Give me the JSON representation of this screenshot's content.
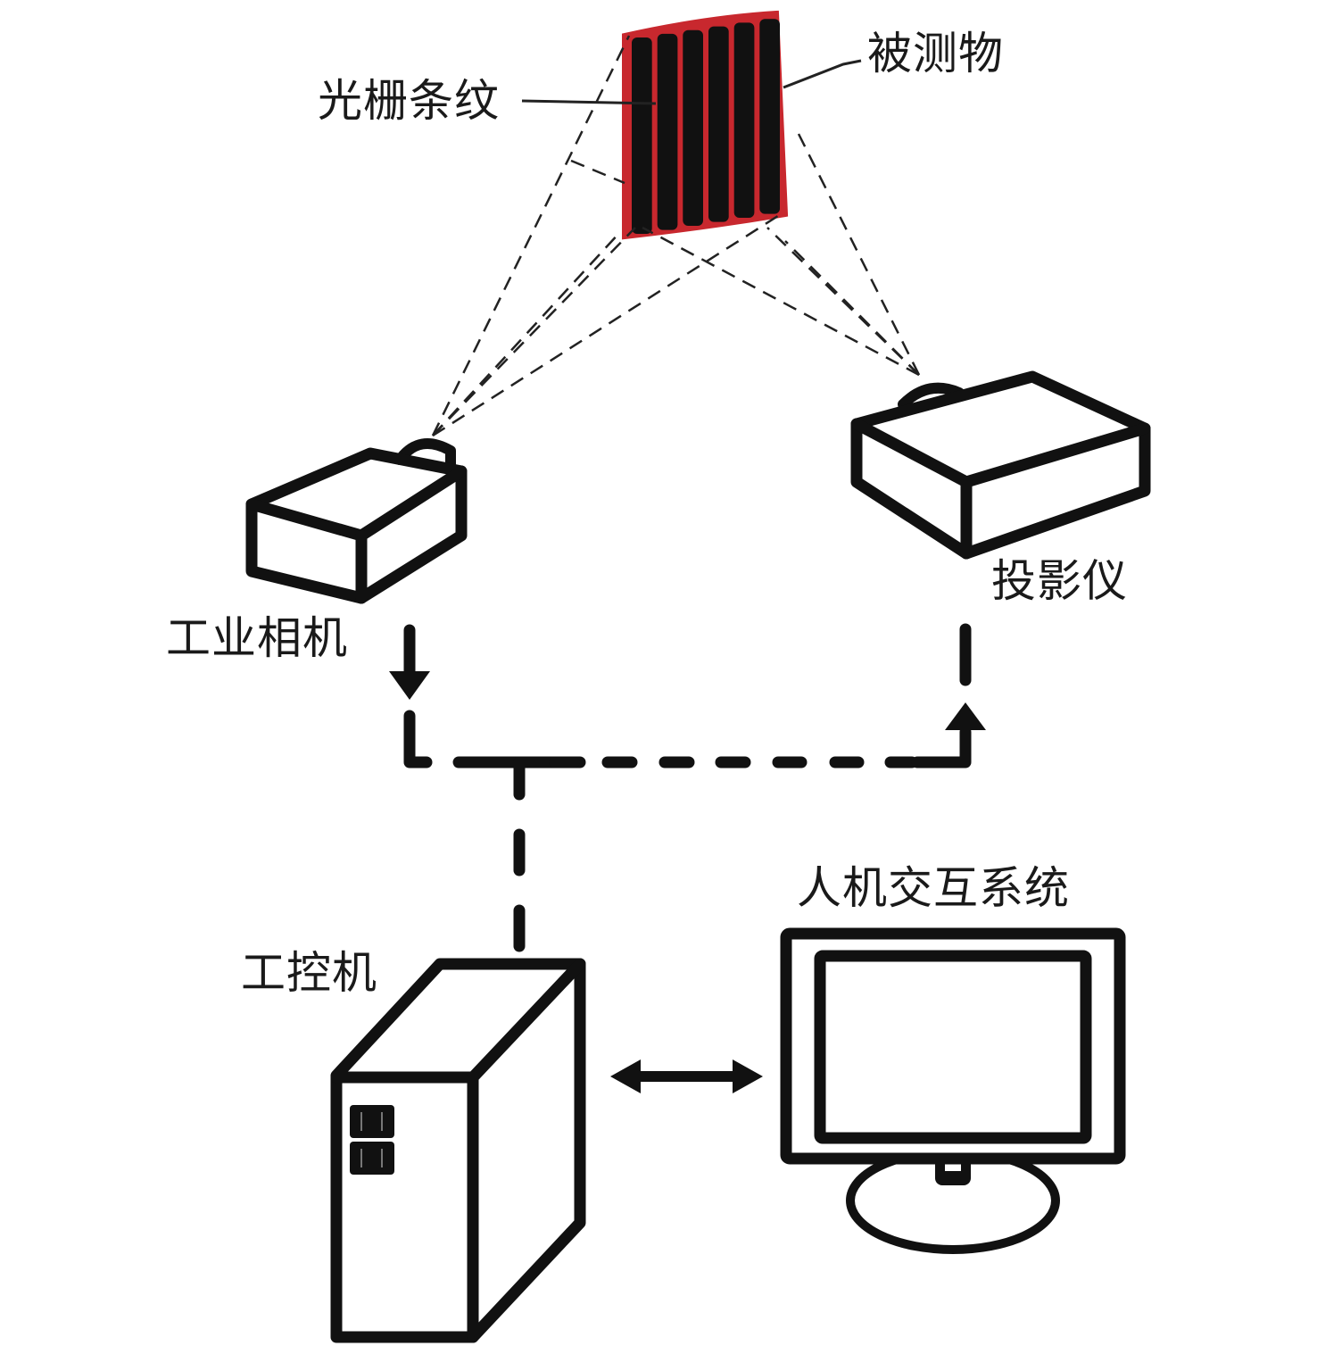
{
  "labels": {
    "grating_fringes": "光栅条纹",
    "measured_object": "被测物",
    "industrial_camera": "工业相机",
    "projector": "投影仪",
    "industrial_pc": "工控机",
    "hmi_system": "人机交互系统"
  },
  "colors": {
    "ink": "#111111",
    "object_outline": "#c8282e",
    "fringe": "#111111",
    "background": "#ffffff"
  },
  "object": {
    "fringe_count": 6
  },
  "connections": [
    {
      "from": "industrial_camera",
      "to": "bus",
      "style": "dashed-arrow"
    },
    {
      "from": "bus",
      "to": "projector",
      "style": "dashed-arrow"
    },
    {
      "from": "industrial_pc",
      "to": "bus",
      "style": "dashed"
    },
    {
      "from": "industrial_pc",
      "to": "hmi_system",
      "style": "double-arrow"
    }
  ]
}
